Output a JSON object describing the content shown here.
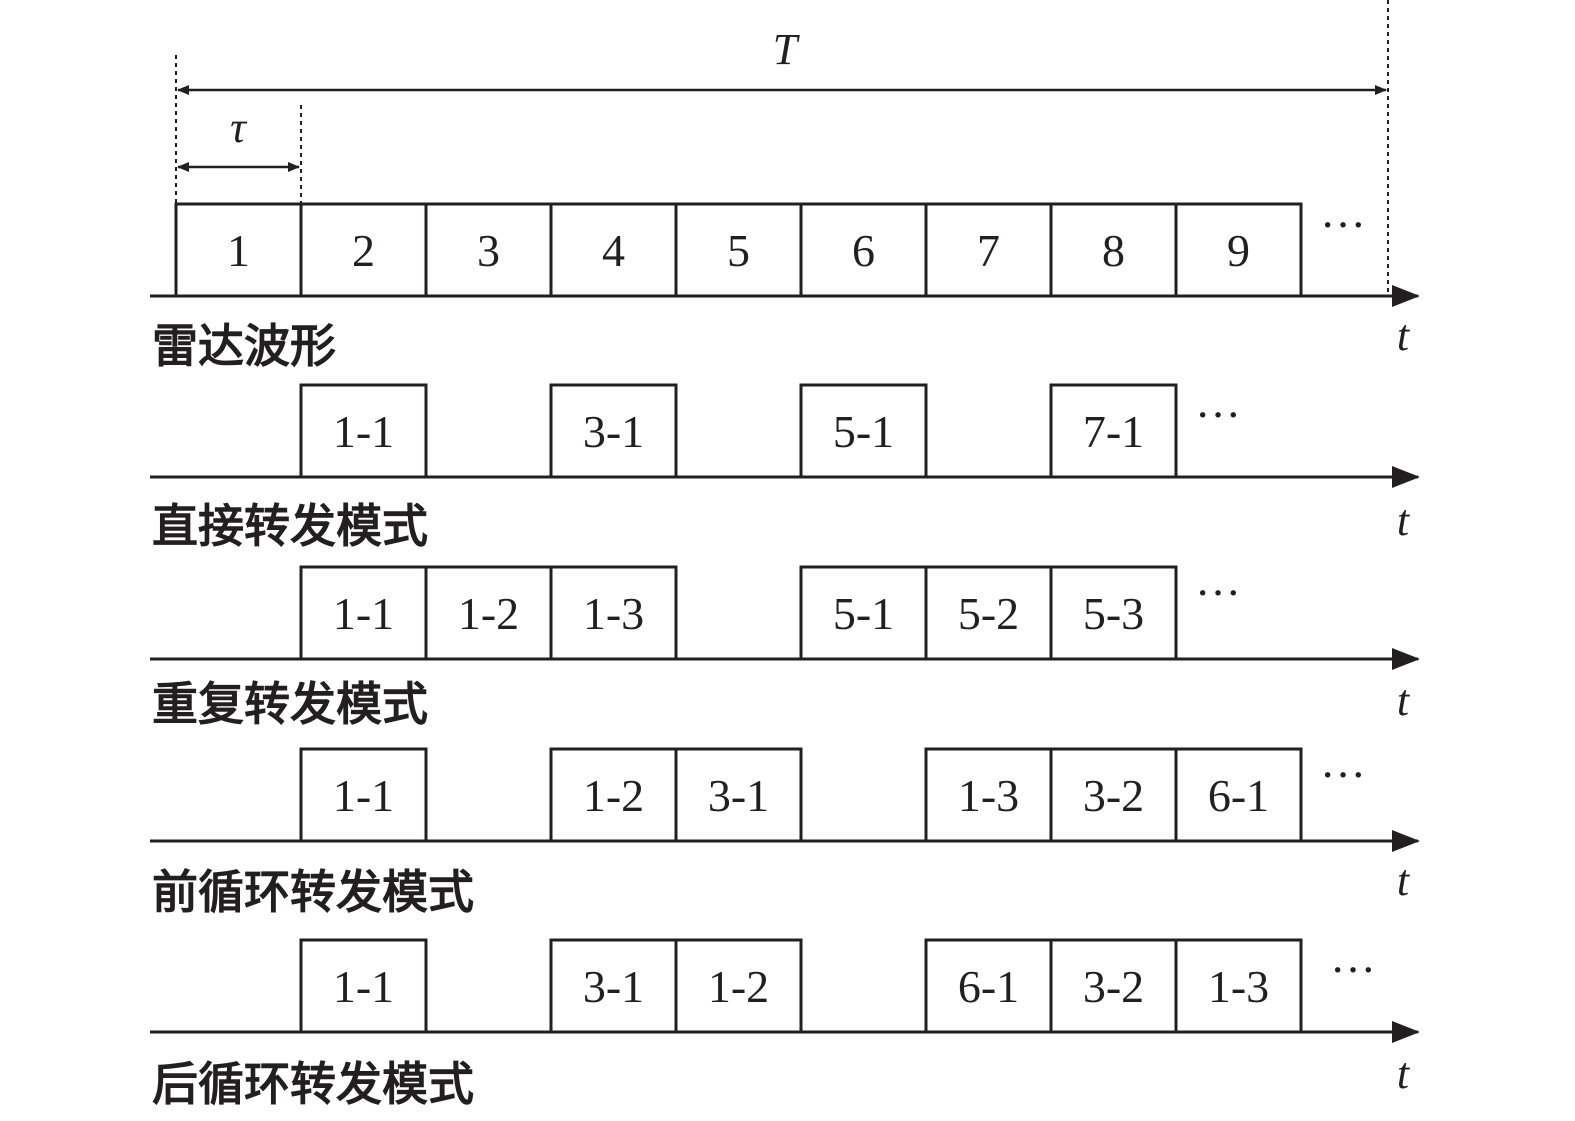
{
  "symbols": {
    "period": "T",
    "pulse_width": "τ",
    "time_axis": "t",
    "ellipsis": "···"
  },
  "colors": {
    "stroke": "#231f20"
  },
  "rows": [
    {
      "label": "雷达波形",
      "boxes": [
        {
          "slot": 0,
          "text": "1"
        },
        {
          "slot": 1,
          "text": "2"
        },
        {
          "slot": 2,
          "text": "3"
        },
        {
          "slot": 3,
          "text": "4"
        },
        {
          "slot": 4,
          "text": "5"
        },
        {
          "slot": 5,
          "text": "6"
        },
        {
          "slot": 6,
          "text": "7"
        },
        {
          "slot": 7,
          "text": "8"
        },
        {
          "slot": 8,
          "text": "9"
        }
      ],
      "ellipsis_slot": 9
    },
    {
      "label": "直接转发模式",
      "boxes": [
        {
          "slot": 1,
          "text": "1-1"
        },
        {
          "slot": 3,
          "text": "3-1"
        },
        {
          "slot": 5,
          "text": "5-1"
        },
        {
          "slot": 7,
          "text": "7-1"
        }
      ],
      "ellipsis_slot": 8
    },
    {
      "label": "重复转发模式",
      "boxes": [
        {
          "slot": 1,
          "text": "1-1"
        },
        {
          "slot": 2,
          "text": "1-2"
        },
        {
          "slot": 3,
          "text": "1-3"
        },
        {
          "slot": 5,
          "text": "5-1"
        },
        {
          "slot": 6,
          "text": "5-2"
        },
        {
          "slot": 7,
          "text": "5-3"
        }
      ],
      "ellipsis_slot": 8
    },
    {
      "label": "前循环转发模式",
      "boxes": [
        {
          "slot": 1,
          "text": "1-1"
        },
        {
          "slot": 3,
          "text": "1-2"
        },
        {
          "slot": 4,
          "text": "3-1"
        },
        {
          "slot": 6,
          "text": "1-3"
        },
        {
          "slot": 7,
          "text": "3-2"
        },
        {
          "slot": 8,
          "text": "6-1"
        }
      ],
      "ellipsis_slot": 9
    },
    {
      "label": "后循环转发模式",
      "boxes": [
        {
          "slot": 1,
          "text": "1-1"
        },
        {
          "slot": 3,
          "text": "3-1"
        },
        {
          "slot": 4,
          "text": "1-2"
        },
        {
          "slot": 6,
          "text": "6-1"
        },
        {
          "slot": 7,
          "text": "3-2"
        },
        {
          "slot": 8,
          "text": "1-3"
        }
      ],
      "ellipsis_slot": 9
    }
  ]
}
